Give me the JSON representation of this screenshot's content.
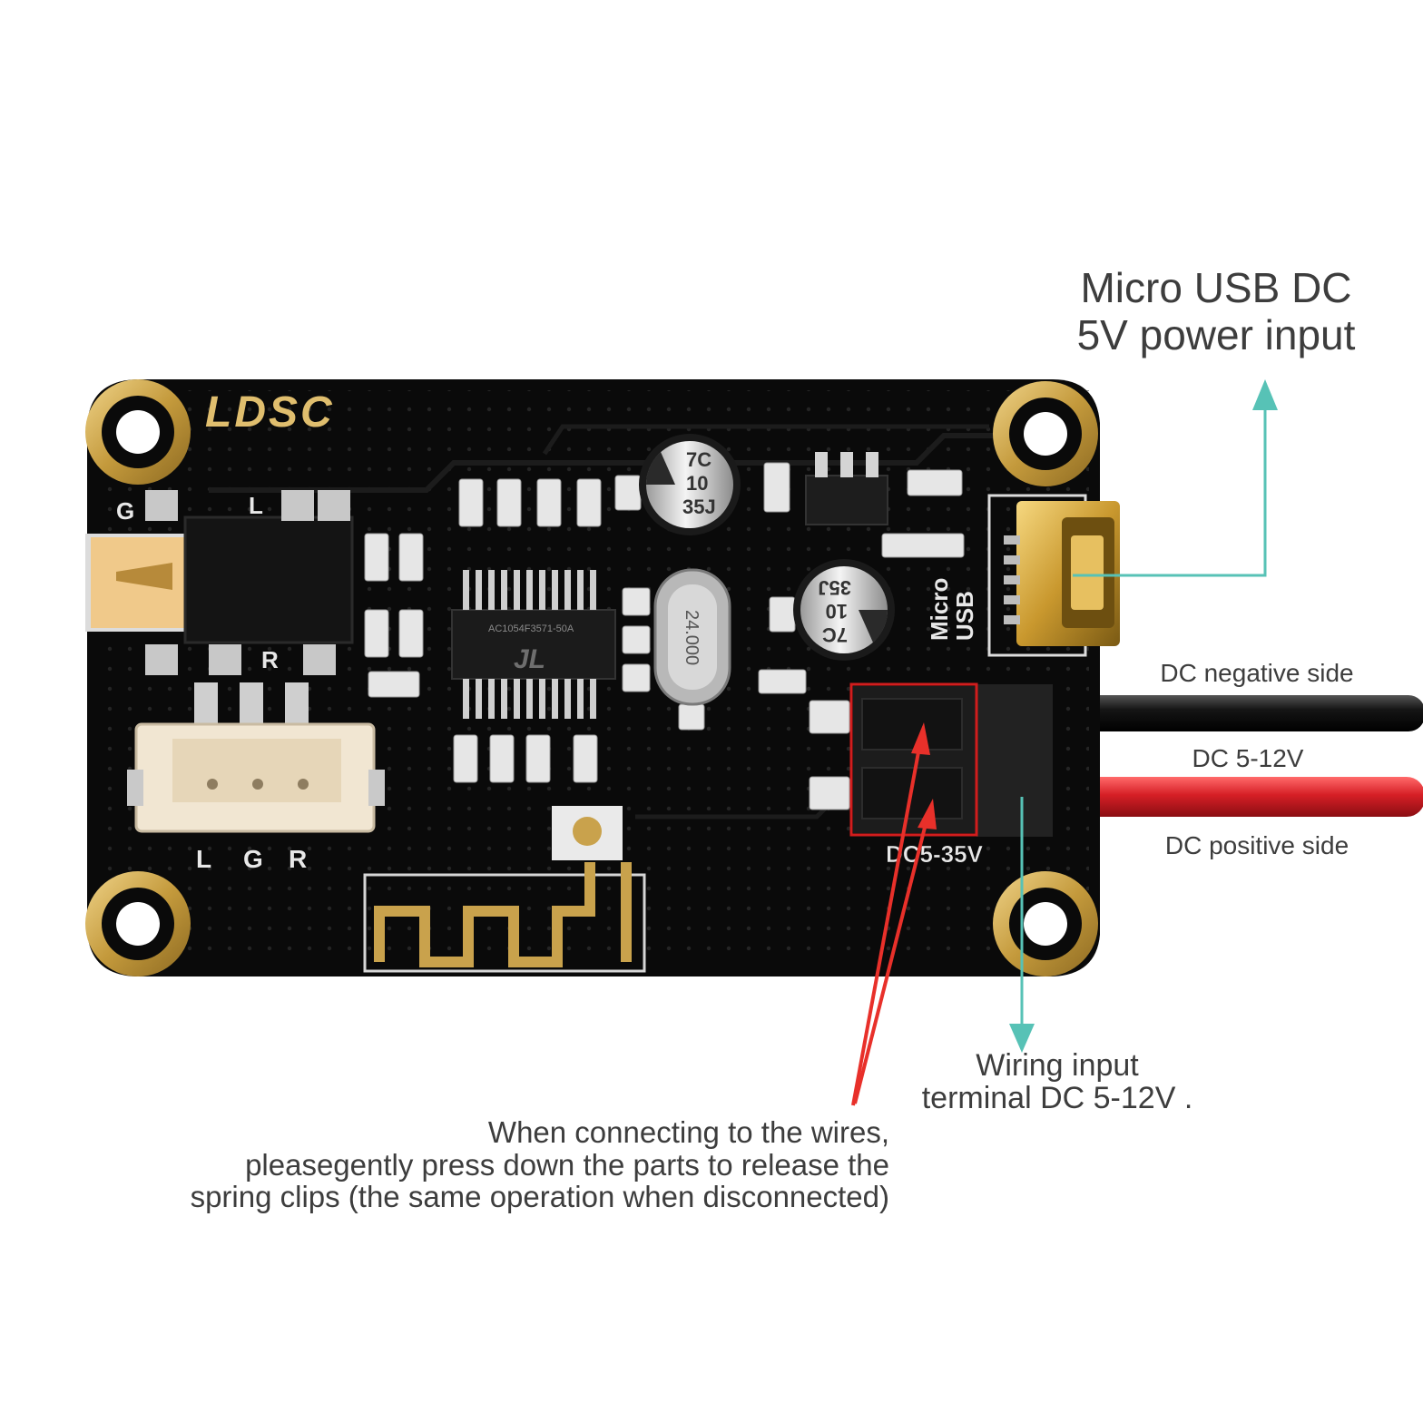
{
  "annotations": {
    "usb_power": "Micro USB DC\n5V power input",
    "dc_negative": "DC negative side",
    "dc_voltage": "DC 5-12V",
    "dc_positive": "DC positive side",
    "wiring_terminal": "Wiring input\nterminal DC 5-12V .",
    "release_instruction": "When connecting to the wires,\npleasegently press down the parts to release the\nspring clips (the same operation when disconnected)"
  },
  "board": {
    "logo": "LDSC",
    "silkscreen": {
      "usb": "Micro\nUSB",
      "power": "DC5-35V",
      "left_audio": "L",
      "ground": "G",
      "right_audio": "R",
      "jack_ground": "G",
      "jack_left": "L",
      "jack_right": "R"
    },
    "capacitor_top": [
      "7C",
      "10",
      "35J"
    ],
    "capacitor_bottom": [
      "7C",
      "10",
      "35J"
    ],
    "crystal": "24.000",
    "chip_marking": "JL",
    "chip_part": "AC1054F3571-50A"
  },
  "colors": {
    "pcb": "#0b0b0b",
    "gold_pad": "#c9a24c",
    "teal_arrow": "#57c2b6",
    "red_arrow": "#e8302a",
    "highlight_box": "#d11d1d",
    "wire_red": "#d61f26",
    "wire_black": "#121212",
    "label_text": "#3d3d3d"
  }
}
